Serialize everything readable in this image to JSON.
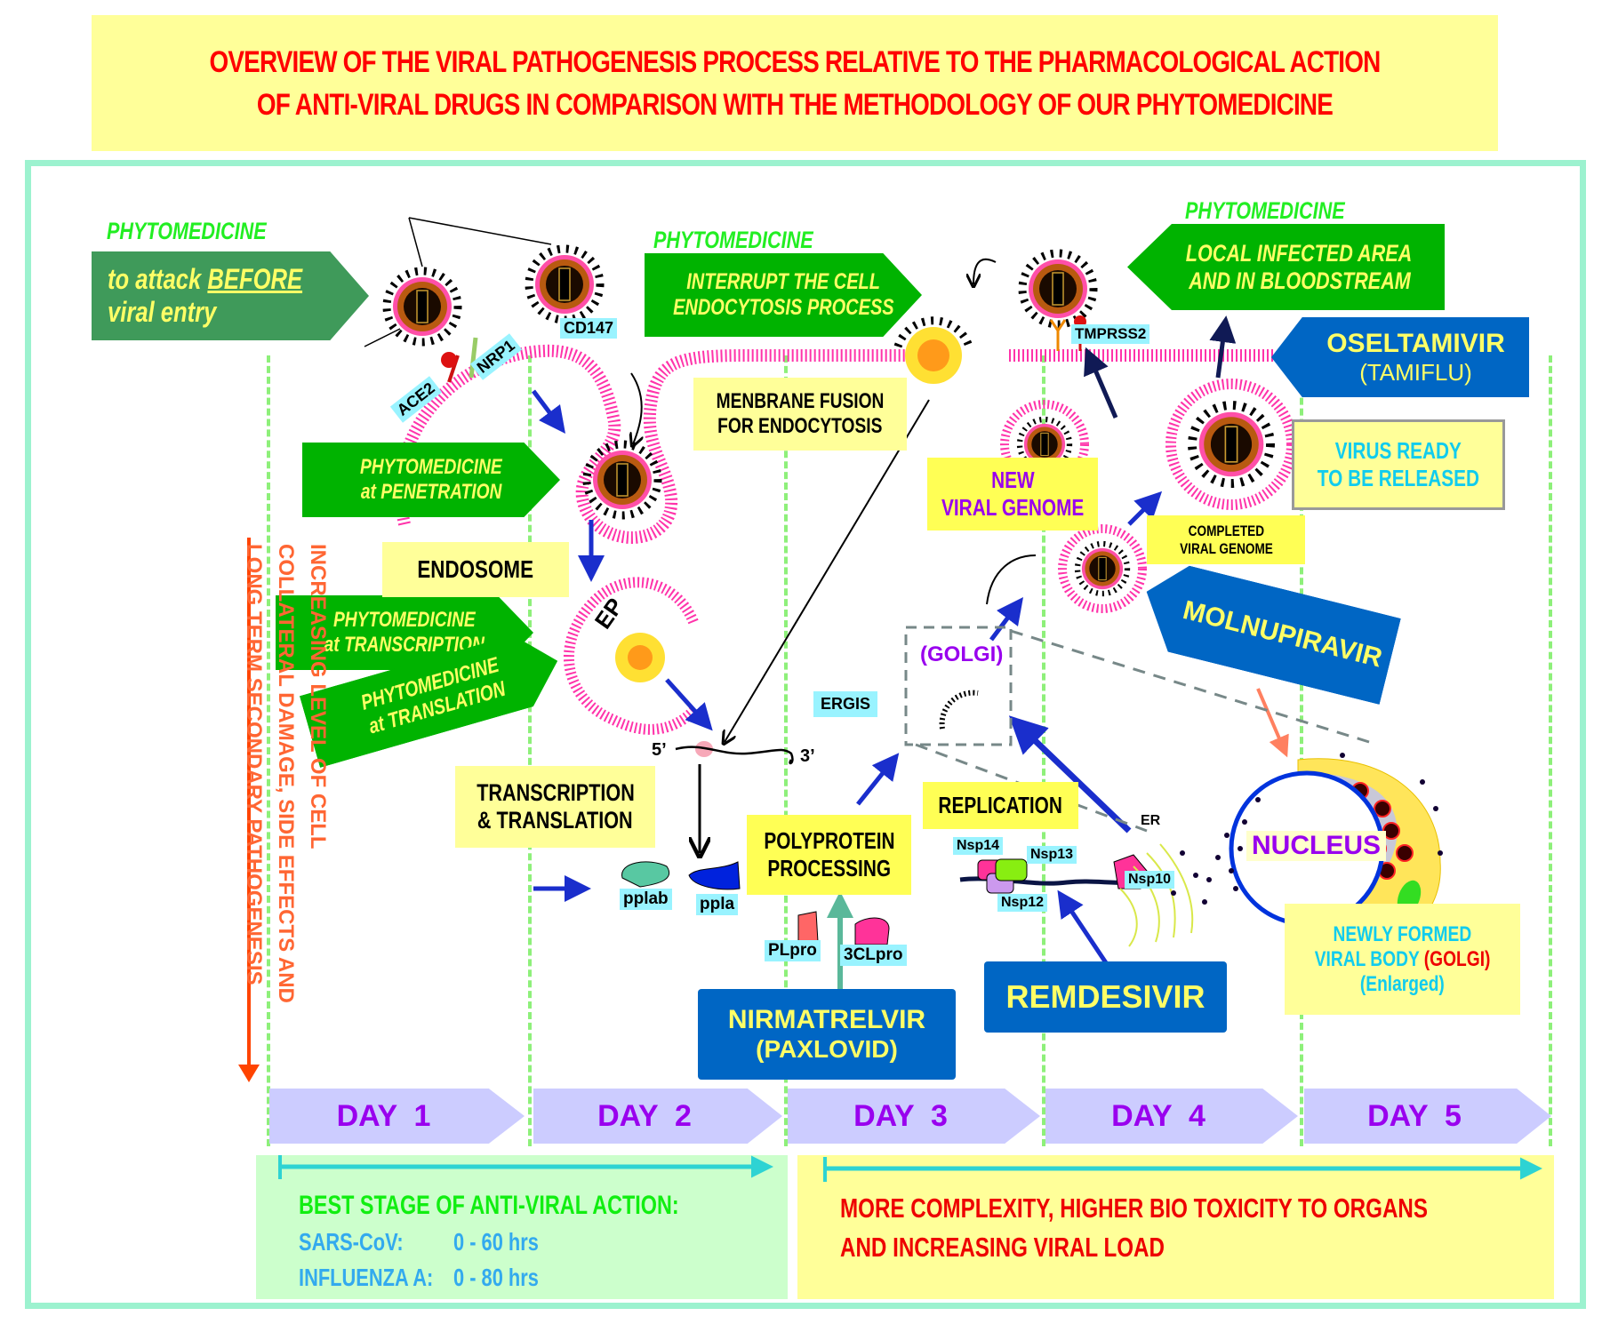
{
  "title": {
    "line1": "OVERVIEW OF THE VIRAL PATHOGENESIS PROCESS RELATIVE TO THE PHARMACOLOGICAL ACTION",
    "line2": "OF ANTI-VIRAL DRUGS IN COMPARISON WITH THE METHODOLOGY OF OUR PHYTOMEDICINE"
  },
  "colors": {
    "title_text": "#ff0000",
    "title_bg": "#ffff99",
    "frame": "#9cf2cf",
    "phyto_green": "#00b300",
    "drug_blue": "#0066c4",
    "day_bg": "#ccccff",
    "day_text": "#9900ee",
    "membrane": "#ff33aa",
    "arrow_blue": "#1a2ecc"
  },
  "phytomedicine": {
    "heading": "PHYTOMEDICINE",
    "before_entry": {
      "line1_pre": "to attack ",
      "line1_em": "BEFORE",
      "line2": "viral entry"
    },
    "endocytosis": {
      "line1": "INTERRUPT THE CELL",
      "line2": "ENDOCYTOSIS PROCESS"
    },
    "local_area": {
      "line1": "LOCAL INFECTED AREA",
      "line2": "AND IN BLOODSTREAM"
    },
    "penetration": {
      "line1": "PHYTOMEDICINE",
      "line2": "at PENETRATION"
    },
    "transcription": {
      "line1": "PHYTOMEDICINE",
      "line2": "at  TRANSCRIPTION"
    },
    "translation": {
      "line1": "PHYTOMEDICINE",
      "line2": "at TRANSLATION"
    }
  },
  "receptors": [
    "ACE2",
    "NRP1",
    "CD147",
    "TMPRSS2"
  ],
  "process_labels": {
    "membrane_fusion": {
      "line1": "MENBRANE FUSION",
      "line2": "FOR ENDOCYTOSIS"
    },
    "endosome": "ENDOSOME",
    "ep": "EP",
    "rna_5": "5’",
    "rna_3": "3’",
    "transcription": {
      "line1": "TRANSCRIPTION",
      "line2": "& TRANSLATION"
    },
    "polyprotein": {
      "line1": "POLYPROTEIN",
      "line2": "PROCESSING"
    },
    "replication": "REPLICATION",
    "ergis": "ERGIS",
    "golgi": "(GOLGI)",
    "er": "ER",
    "nucleus": "NUCLEUS",
    "new_genome": {
      "line1": "NEW",
      "line2": "VIRAL GENOME"
    },
    "completed_genome": {
      "line1": "COMPLETED",
      "line2": "VIRAL GENOME"
    },
    "virus_ready": {
      "line1": "VIRUS READY",
      "line2": "TO BE RELEASED"
    },
    "newly_formed": {
      "line1": "NEWLY FORMED",
      "line2_a": "VIRAL BODY ",
      "line2_b": "(GOLGI)",
      "line3": "(Enlarged)"
    }
  },
  "proteins": {
    "pplab": "pplab",
    "ppla": "ppla",
    "plpro": "PLpro",
    "clpro": "3CLpro",
    "nsp14": "Nsp14",
    "nsp13": "Nsp13",
    "nsp12": "Nsp12",
    "nsp10": "Nsp10"
  },
  "drugs": {
    "oseltamivir": {
      "name": "OSELTAMIVIR",
      "brand": "(TAMIFLU)"
    },
    "molnupiravir": {
      "name": "MOLNUPIRAVIR"
    },
    "nirmatrelvir": {
      "name": "NIRMATRELVIR",
      "brand": "(PAXLOVID)"
    },
    "remdesivir": {
      "name": "REMDESIVIR"
    }
  },
  "side_note": {
    "line1": "INCREASING LEVEL OF CELL",
    "line2": "COLLATERAL DAMAGE, SIDE EFFECTS AND",
    "line3": "LONG TERM SECONDARY PATHOGENESIS"
  },
  "days": [
    "DAY  1",
    "DAY  2",
    "DAY  3",
    "DAY  4",
    "DAY  5"
  ],
  "best_stage": {
    "heading": "BEST STAGE OF ANTI-VIRAL ACTION:",
    "rows": [
      {
        "label": "SARS-CoV:",
        "value": "0 - 60 hrs"
      },
      {
        "label": "INFLUENZA A:",
        "value": "0 - 80 hrs"
      }
    ]
  },
  "later_stage": {
    "line1": "MORE COMPLEXITY, HIGHER BIO TOXICITY TO ORGANS",
    "line2": "AND INCREASING VIRAL LOAD"
  }
}
